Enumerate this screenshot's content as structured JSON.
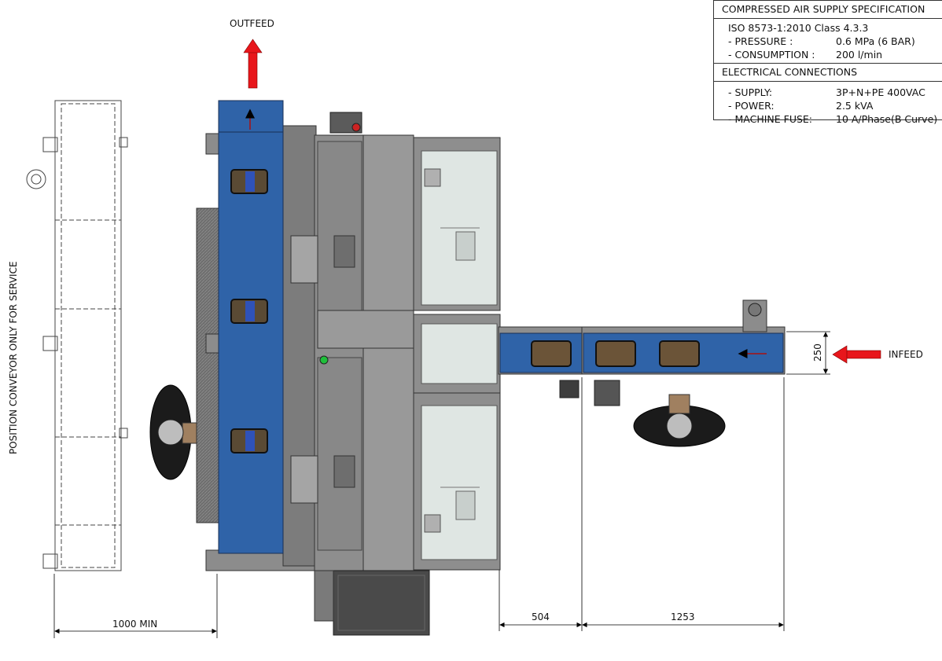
{
  "spec_table": {
    "air": {
      "title": "COMPRESSED AIR SUPPLY SPECIFICATION",
      "rows": [
        {
          "label": "ISO 8573-1:2010 Class 4.3.3",
          "value": ""
        },
        {
          "label": "- PRESSURE :",
          "value": "0.6 MPa (6 BAR)"
        },
        {
          "label": "- CONSUMPTION :",
          "value": "200  l/min"
        }
      ]
    },
    "electrical": {
      "title": "ELECTRICAL CONNECTIONS",
      "rows": [
        {
          "label": "- SUPPLY:",
          "value": "3P+N+PE 400VAC"
        },
        {
          "label": "- POWER:",
          "value": "2.5 kVA"
        },
        {
          "label": "- MACHINE FUSE:",
          "value": "10  A/Phase(B Curve)"
        }
      ]
    }
  },
  "labels": {
    "outfeed": "OUTFEED",
    "infeed": "INFEED",
    "side_note": "POSITION CONVEYOR ONLY FOR SERVICE"
  },
  "dimensions": {
    "service_clearance": "1000 MIN",
    "infeed_gap": "504",
    "infeed_length": "1253",
    "infeed_width": "250"
  },
  "colors": {
    "conveyor_blue": "#2f63a8",
    "frame_gray": "#8c8c8c",
    "arrow_red": "#e8161b",
    "guard_glass": "#dfe6e3"
  }
}
